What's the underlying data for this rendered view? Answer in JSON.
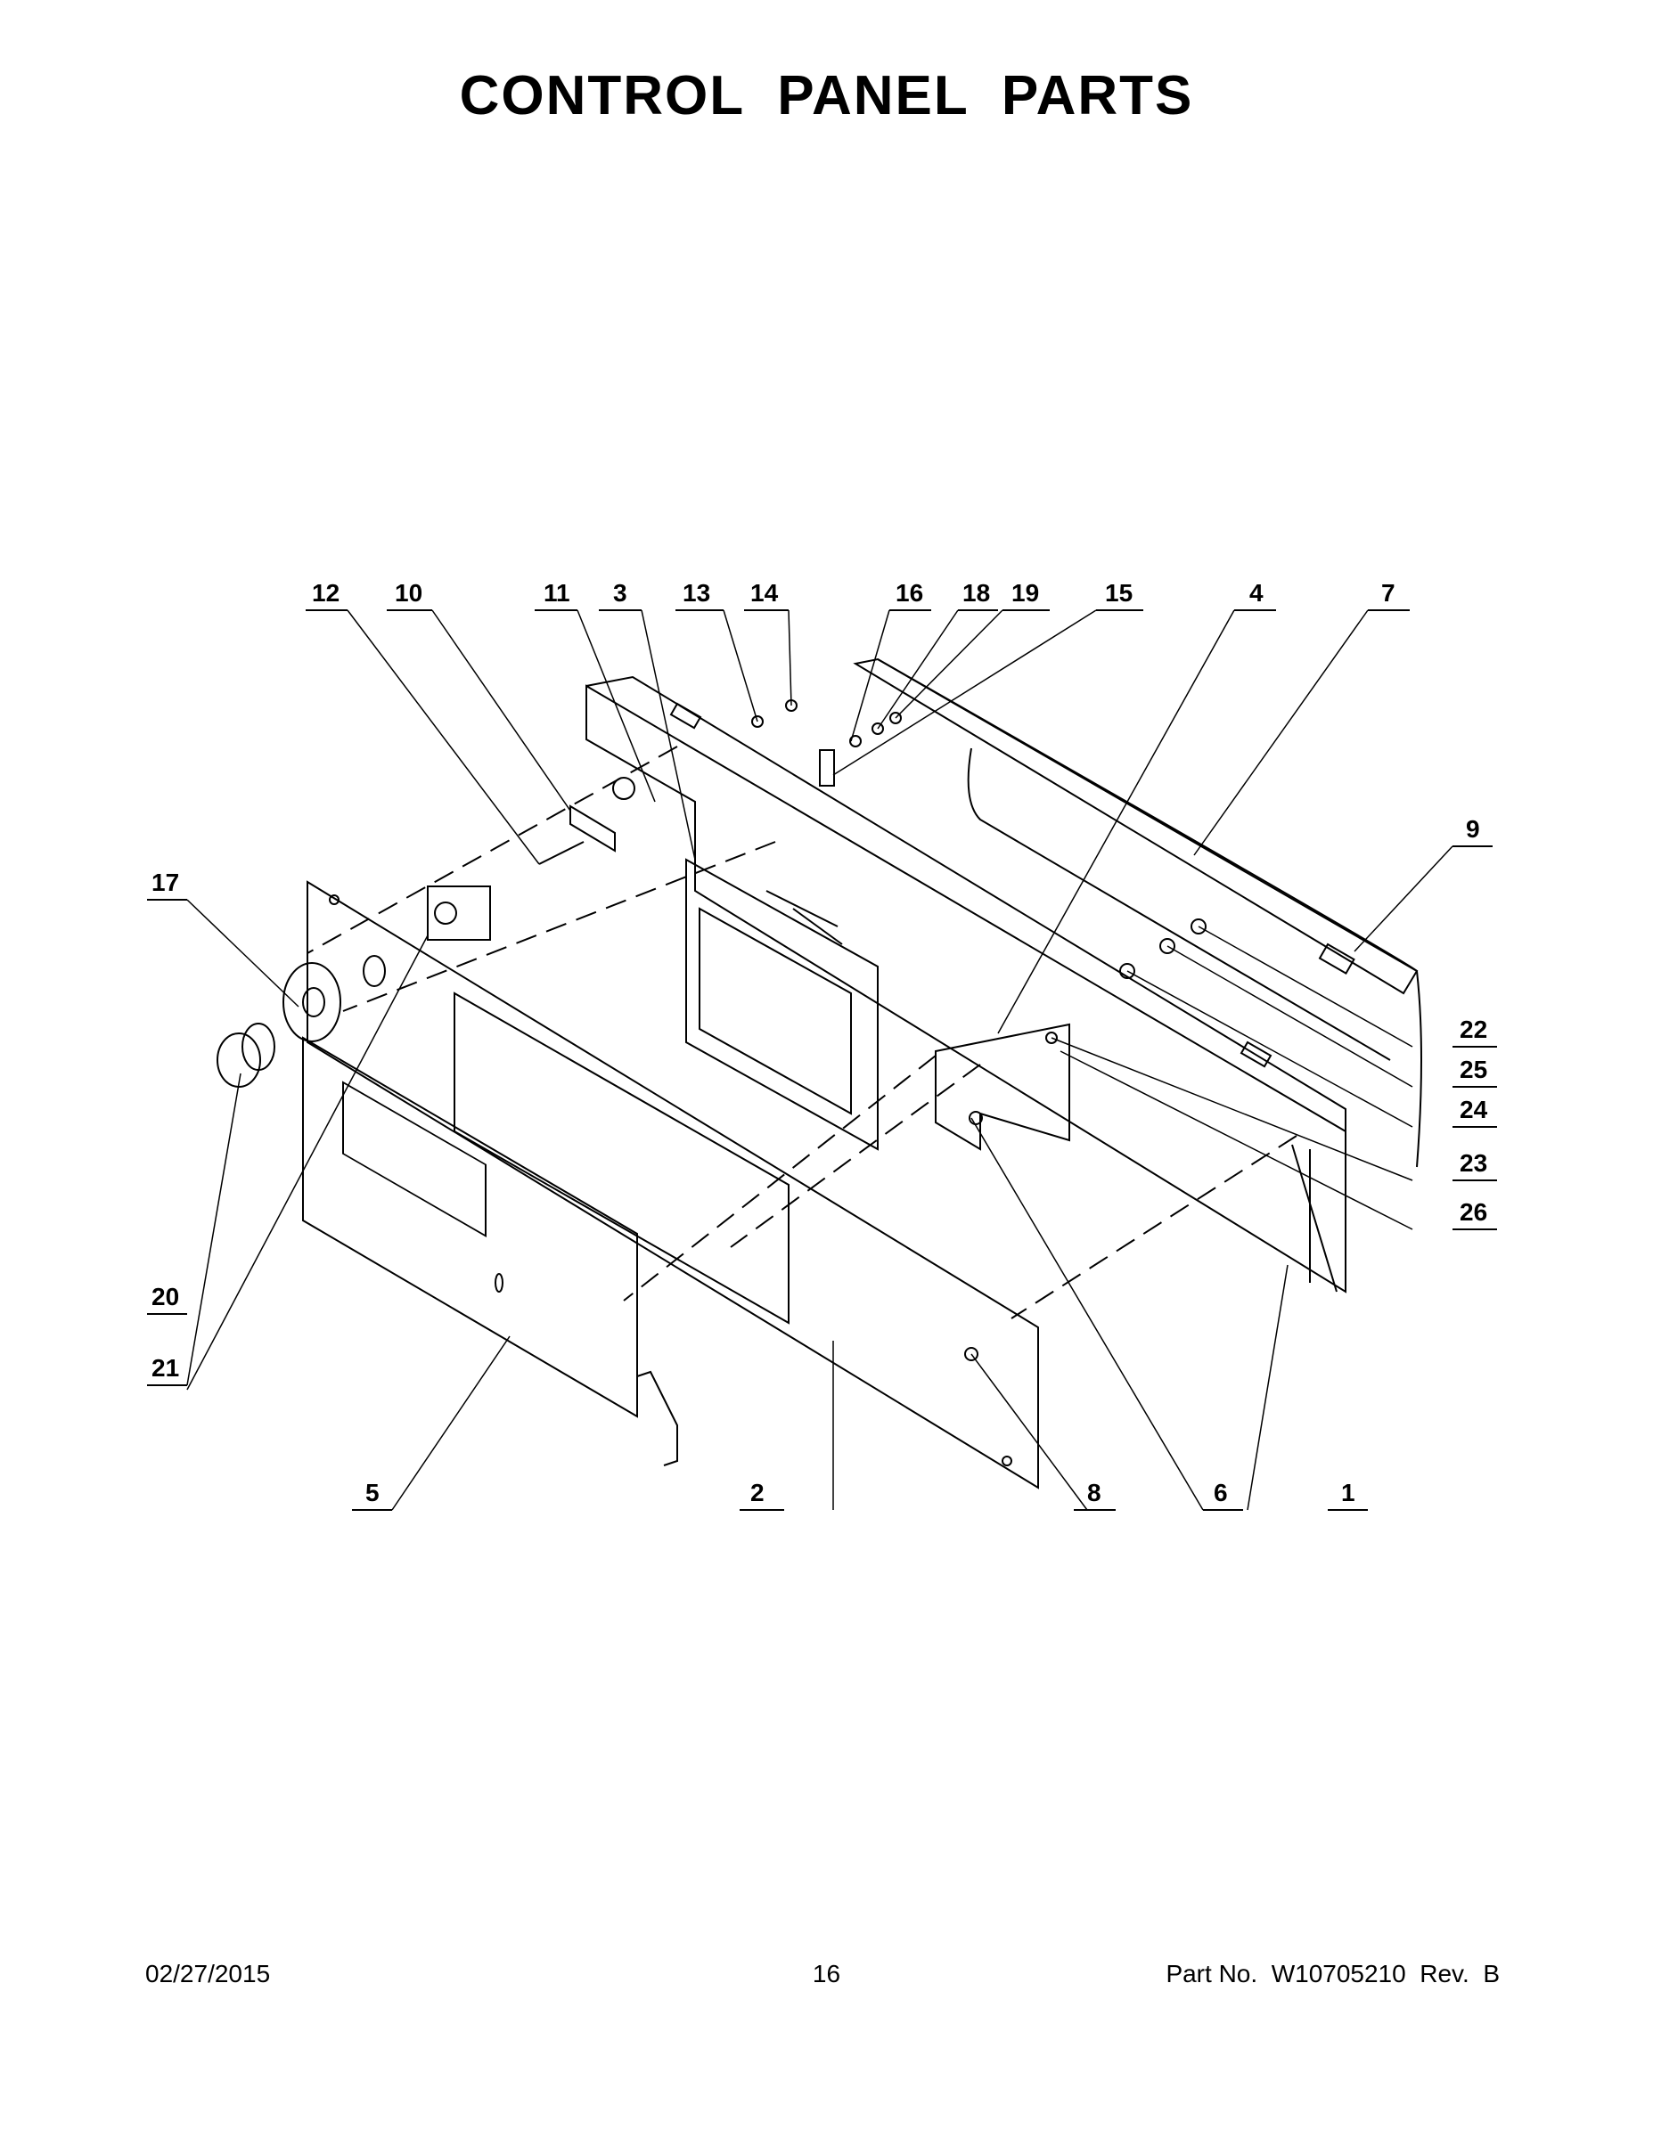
{
  "title": "CONTROL PANEL PARTS",
  "callouts": {
    "c1": "1",
    "c2": "2",
    "c3": "3",
    "c4": "4",
    "c5": "5",
    "c6": "6",
    "c7": "7",
    "c8": "8",
    "c9": "9",
    "c10": "10",
    "c11": "11",
    "c12": "12",
    "c13": "13",
    "c14": "14",
    "c15": "15",
    "c16": "16",
    "c17": "17",
    "c18": "18",
    "c19": "19",
    "c20": "20",
    "c21": "21",
    "c22": "22",
    "c23": "23",
    "c24": "24",
    "c25": "25",
    "c26": "26"
  },
  "footer": {
    "date": "02/27/2015",
    "page": "16",
    "part_no": "Part No.  W10705210  Rev.  B"
  }
}
